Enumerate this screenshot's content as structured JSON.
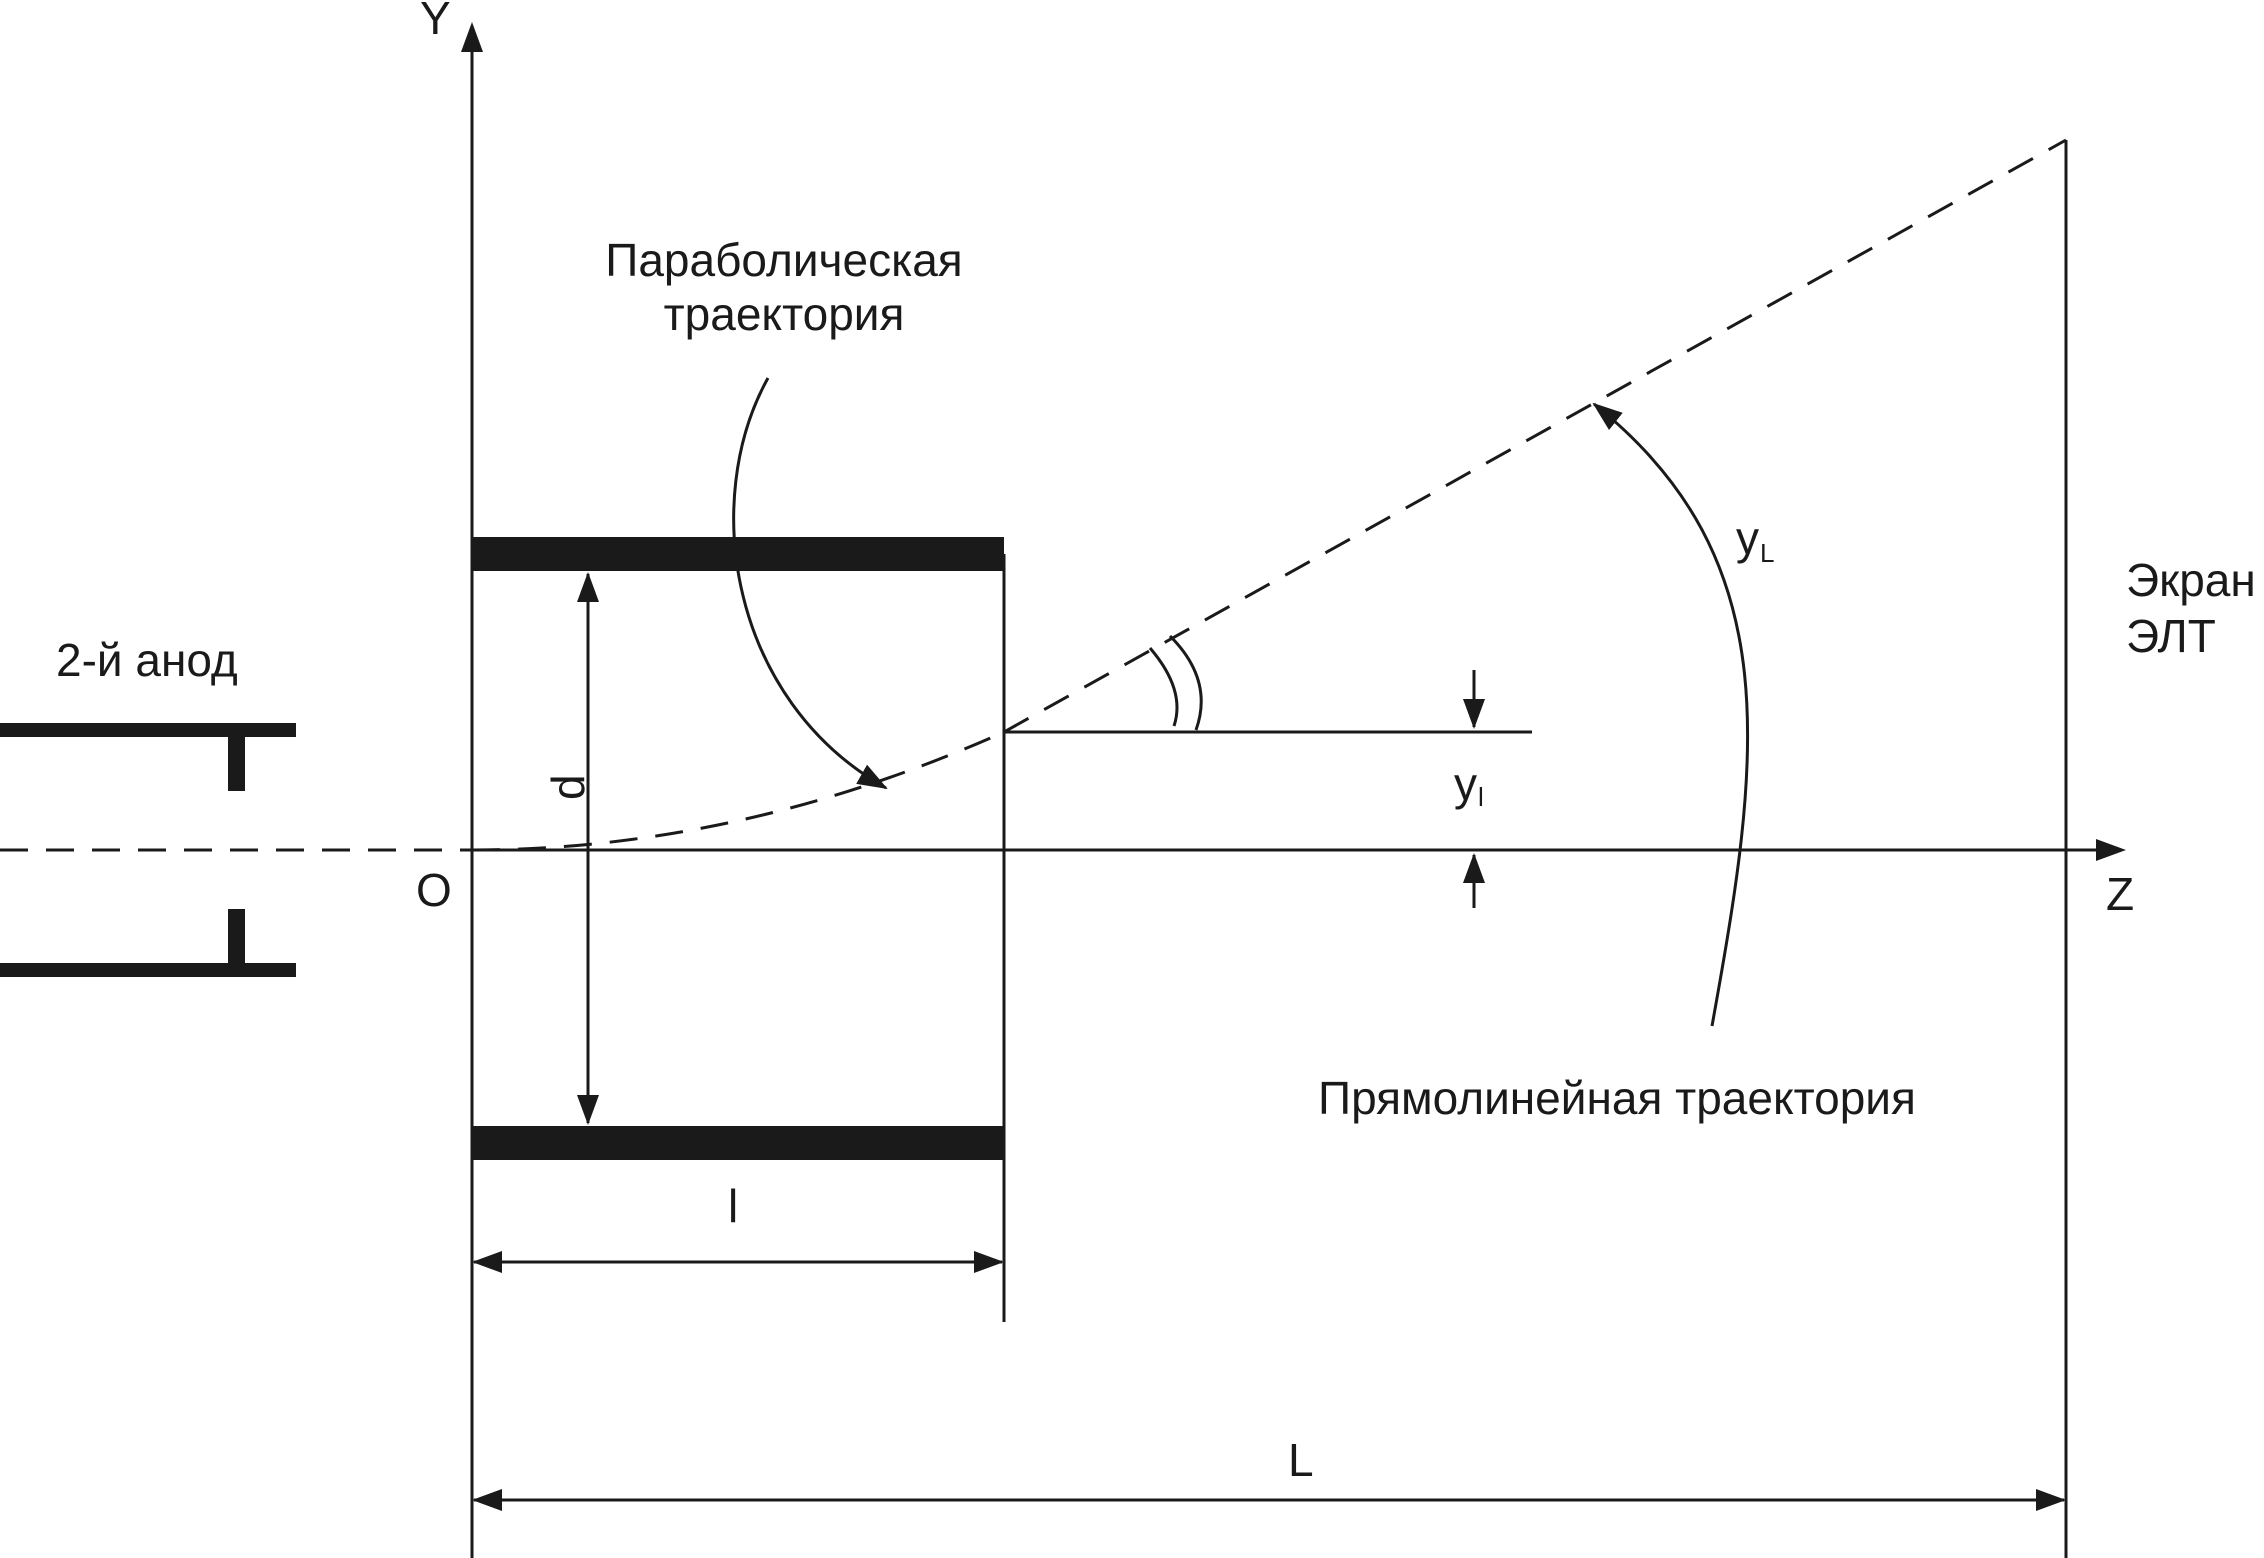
{
  "labels": {
    "y_axis": "Y",
    "z_axis": "Z",
    "origin": "O",
    "anode": "2-й анод",
    "screen_line1": "Экран",
    "screen_line2": "ЭЛТ",
    "parabolic_line1": "Параболическая",
    "parabolic_line2": "траектория",
    "straight": "Прямолинейная траектория",
    "d": "d",
    "l": "l",
    "L": "L",
    "y_base": "y",
    "y_l_sub": "l",
    "y_L_sub": "L"
  },
  "colors": {
    "ink": "#1a1a1a",
    "background": "#ffffff"
  }
}
